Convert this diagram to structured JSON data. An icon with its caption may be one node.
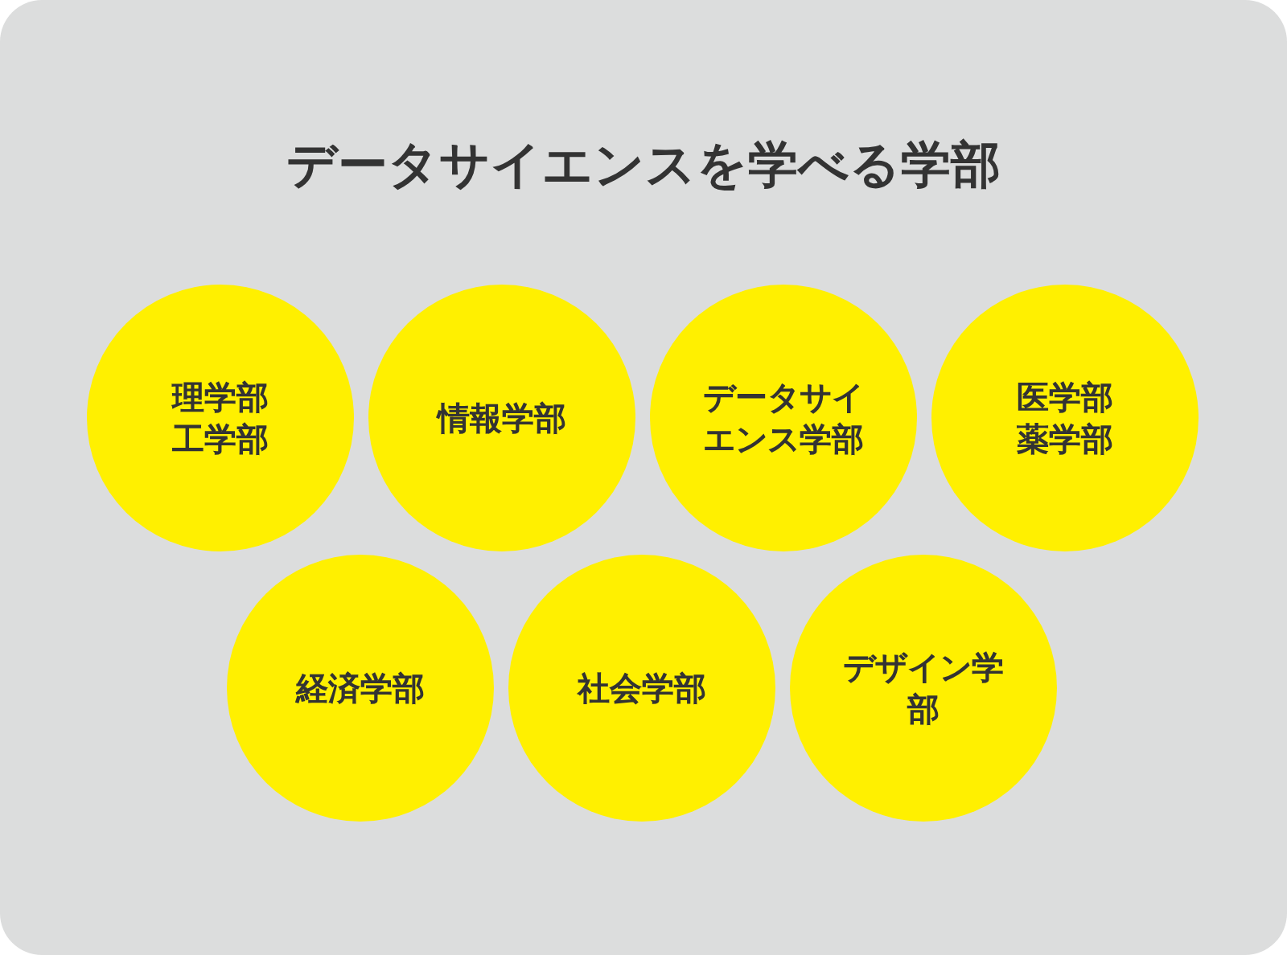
{
  "diagram": {
    "title": "データサイエンスを学べる学部",
    "nodes": [
      {
        "text": [
          "理学部",
          "工学部"
        ]
      },
      {
        "text": [
          "情報学部"
        ]
      },
      {
        "text": [
          "データサイエンス学部"
        ]
      },
      {
        "text": [
          "医学部",
          "薬学部"
        ]
      },
      {
        "text": [
          "経済学部"
        ]
      },
      {
        "text": [
          "社会学部"
        ]
      },
      {
        "text": [
          "デザイン学部"
        ]
      }
    ]
  }
}
